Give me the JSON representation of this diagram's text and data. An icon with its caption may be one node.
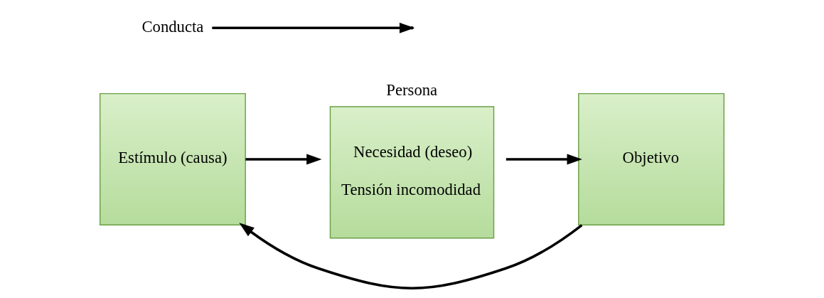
{
  "diagram": {
    "nodes": [
      {
        "text": [
          "Estímulo (causa)"
        ]
      },
      {
        "text": [
          "Persona",
          "Necesidad (deseo)",
          "Tensión incomodidad"
        ]
      },
      {
        "text": [
          "Objetivo"
        ]
      },
      {
        "text": [
          "Conducta"
        ]
      }
    ],
    "edges": [
      {
        "from": 0,
        "to": 1,
        "arrow": "to"
      },
      {
        "from": 1,
        "to": 2,
        "arrow": "to"
      },
      {
        "from": 3,
        "to": null,
        "arrow": "to"
      },
      {
        "from": 2,
        "to": 0,
        "arrow": "to"
      }
    ]
  }
}
